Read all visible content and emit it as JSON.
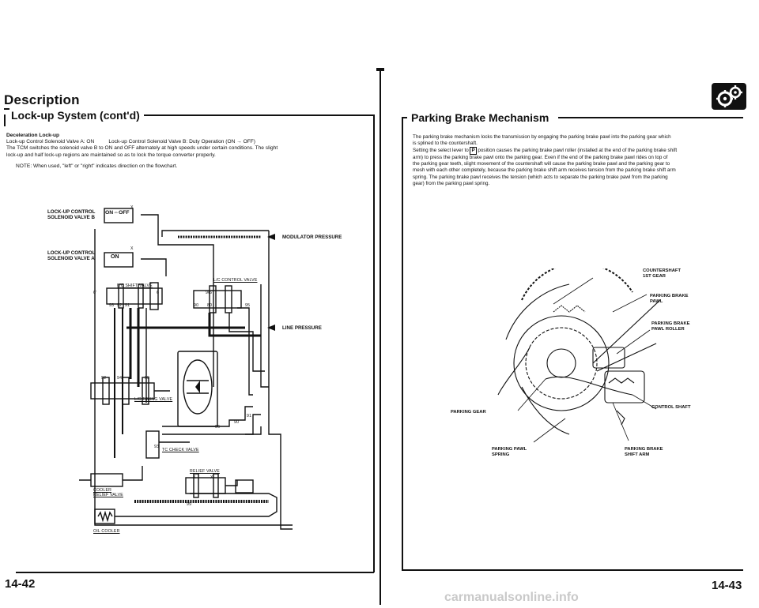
{
  "left": {
    "title": "Description",
    "subtitle": "Lock-up System (cont'd)",
    "body": {
      "heading": "Deceleration Lock-up",
      "line1a": "Lock-up Control Solenoid Valve A: ON",
      "line1b": "Lock-up Control Solenoid Valve B: Duty Operation (ON → OFF)",
      "line2": "The TCM switches the solenoid valve B to ON and OFF alternately at high speeds under certain conditions. The slight",
      "line3": "lock-up and half lock-up regions are maintained so as to lock the torque converter properly.",
      "note": "NOTE: When used, \"left\" or \"right\" indicates direction on the flowchart."
    },
    "diagram": {
      "solenoid_b": [
        "LOCK-UP CONTROL",
        "SOLENOID VALVE B"
      ],
      "solenoid_a": [
        "LOCK-UP CONTROL",
        "SOLENOID VALVE A"
      ],
      "on_off": "ON⇔OFF",
      "on": "ON",
      "modulator": "MODULATOR PRESSURE",
      "line_pressure": "LINE PRESSURE",
      "lc_shift_valve": "L/C SHIFT VALVE",
      "lc_control_valve": "L/C CONTROL VALVE",
      "lc_timing_valve": "L/C TIMING VALVE",
      "tc_check_valve": "TC CHECK VALVE",
      "relief_valve": "RELIEF VALVE",
      "cooler_relief_valve": [
        "COOLER",
        "RELIEF VALVE"
      ],
      "oil_cooler": "OIL COOLER",
      "port_labels": [
        "X",
        "X",
        "6'",
        "6'",
        "6",
        "93",
        "92",
        "91",
        "90",
        "80",
        "96",
        "95",
        "94",
        "92",
        "93",
        "95",
        "91",
        "96",
        "90",
        "X",
        "X",
        "99"
      ]
    },
    "page_number": "14-42"
  },
  "right": {
    "section_title": "Parking Brake Mechanism",
    "paragraph1": [
      "The parking brake mechanism locks the transmission by engaging the parking brake pawl into the parking gear which",
      "is splined to the countershaft."
    ],
    "paragraph2_pre": "Setting the select lever to",
    "paragraph2_p": "P",
    "paragraph2": [
      " position causes the parking brake pawl roller (installed at the end of the parking brake shift",
      "arm) to press the parking brake pawl onto the parking gear. Even if the end of the parking brake pawl rides on top of",
      "the parking gear teeth, slight movement of the countershaft will cause the parking brake pawl and the parking gear to",
      "mesh with each other completely, because the parking brake shift arm receives tension from the parking brake shift arm",
      "spring. The parking brake pawl receives the tension (which acts to separate the parking brake pawl from the parking",
      "gear) from the parking pawl spring."
    ],
    "labels": {
      "countershaft": [
        "COUNTERSHAFT",
        "1ST GEAR"
      ],
      "pawl": [
        "PARKING BRAKE",
        "PAWL"
      ],
      "roller": [
        "PARKING BRAKE",
        "PAWL ROLLER"
      ],
      "control_shaft": "CONTROL SHAFT",
      "parking_gear": "PARKING GEAR",
      "pawl_spring": [
        "PARKING PAWL",
        "SPRING"
      ],
      "shift_arm": [
        "PARKING BRAKE",
        "SHIFT ARM"
      ]
    },
    "page_number": "14-43",
    "footer": "carmanualsonline.info"
  }
}
